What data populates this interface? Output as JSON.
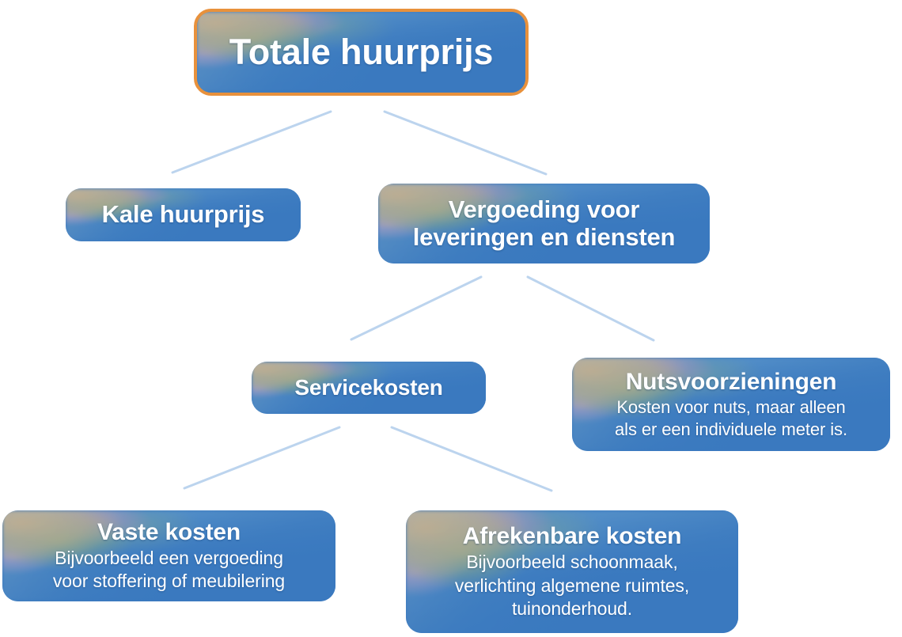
{
  "diagram": {
    "type": "hierarchy-tree",
    "language": "nl",
    "colors": {
      "node_fill": "#3a79bf",
      "root_border": "#e8913c",
      "connector": "#bcd4ee",
      "text": "#ffffff",
      "background": "#ffffff"
    },
    "nodes": [
      {
        "id": "root",
        "title": "Totale huurprijs",
        "subtitle": "",
        "level": 0,
        "highlighted": true
      },
      {
        "id": "kale",
        "title": "Kale huurprijs",
        "subtitle": "",
        "level": 1,
        "highlighted": false
      },
      {
        "id": "vergoeding",
        "title": "Vergoeding voor leveringen en diensten",
        "title_line1": "Vergoeding voor",
        "title_line2": "leveringen en diensten",
        "subtitle": "",
        "level": 1,
        "highlighted": false
      },
      {
        "id": "servicekosten",
        "title": "Servicekosten",
        "subtitle": "",
        "level": 2,
        "highlighted": false
      },
      {
        "id": "nutsvoorzieningen",
        "title": "Nutsvoorzieningen",
        "subtitle": "Kosten voor nuts, maar alleen als er een individuele meter is.",
        "subtitle_line1": "Kosten voor nuts, maar alleen",
        "subtitle_line2": "als er een individuele meter is.",
        "level": 2,
        "highlighted": false
      },
      {
        "id": "vaste-kosten",
        "title": "Vaste kosten",
        "subtitle": "Bijvoorbeeld een vergoeding voor stoffering of meubilering",
        "subtitle_line1": "Bijvoorbeeld een vergoeding",
        "subtitle_line2": "voor stoffering of meubilering",
        "level": 3,
        "highlighted": false
      },
      {
        "id": "afrekenbare-kosten",
        "title": "Afrekenbare kosten",
        "subtitle": "Bijvoorbeeld schoonmaak, verlichting algemene ruimtes, tuinonderhoud.",
        "subtitle_line1": "Bijvoorbeeld schoonmaak,",
        "subtitle_line2": "verlichting algemene ruimtes,",
        "subtitle_line3": "tuinonderhoud.",
        "level": 3,
        "highlighted": false
      }
    ],
    "edges": [
      {
        "from": "root",
        "to": "kale"
      },
      {
        "from": "root",
        "to": "vergoeding"
      },
      {
        "from": "vergoeding",
        "to": "servicekosten"
      },
      {
        "from": "vergoeding",
        "to": "nutsvoorzieningen"
      },
      {
        "from": "servicekosten",
        "to": "vaste-kosten"
      },
      {
        "from": "servicekosten",
        "to": "afrekenbare-kosten"
      }
    ]
  }
}
